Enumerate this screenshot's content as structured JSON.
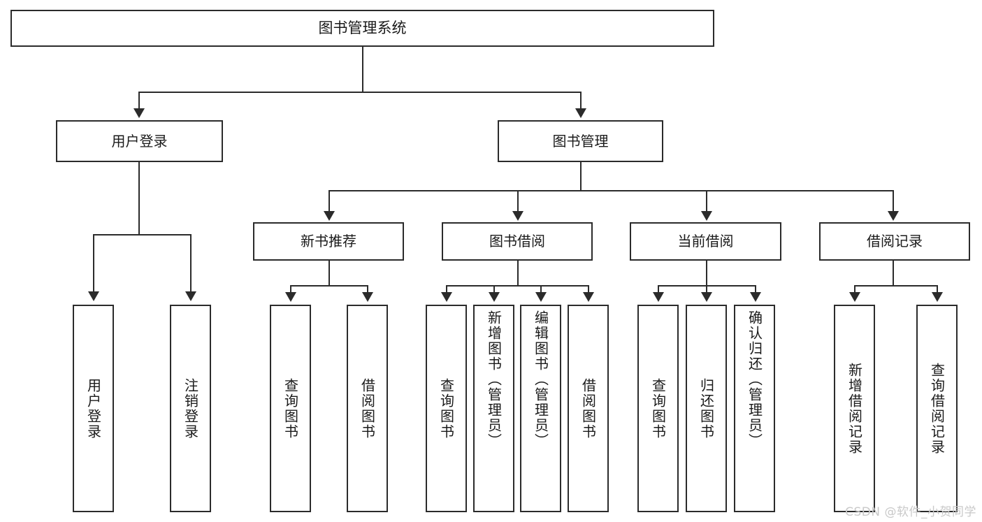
{
  "diagram": {
    "type": "tree-hierarchy",
    "title": "图书管理系统",
    "watermark": "CSDN @软件_小贺同学",
    "colors": {
      "border": "#2b2b2b",
      "background": "#ffffff",
      "text": "#1a1a1a",
      "watermark": "#c9c9c9"
    },
    "root": {
      "label": "图书管理系统",
      "level": 1
    },
    "level2": [
      {
        "label": "用户登录"
      },
      {
        "label": "图书管理"
      }
    ],
    "level3": [
      {
        "label": "新书推荐"
      },
      {
        "label": "图书借阅"
      },
      {
        "label": "当前借阅"
      },
      {
        "label": "借阅记录"
      }
    ],
    "leaves": {
      "user_login": [
        {
          "label": "用户登录"
        },
        {
          "label": "注销登录"
        }
      ],
      "new_book_recommend": [
        {
          "label": "查询图书"
        },
        {
          "label": "借阅图书"
        }
      ],
      "book_borrow": [
        {
          "label": "查询图书"
        },
        {
          "label": "新增图书（管理员）"
        },
        {
          "label": "编辑图书（管理员）"
        },
        {
          "label": "借阅图书"
        }
      ],
      "current_borrow": [
        {
          "label": "查询图书"
        },
        {
          "label": "归还图书"
        },
        {
          "label": "确认归还（管理员）"
        }
      ],
      "borrow_record": [
        {
          "label": "新增借阅记录"
        },
        {
          "label": "查询借阅记录"
        }
      ]
    }
  }
}
